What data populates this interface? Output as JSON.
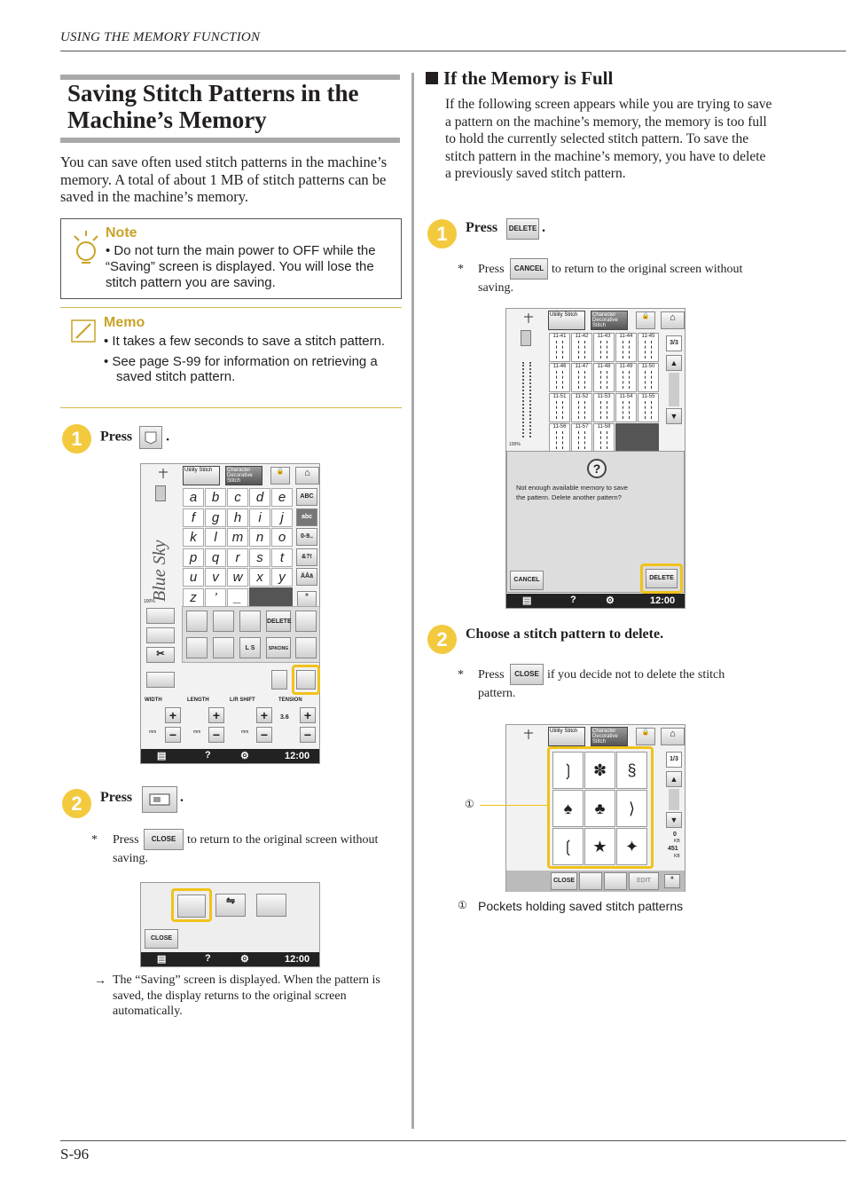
{
  "header": {
    "text": "USING THE MEMORY FUNCTION"
  },
  "left": {
    "title": "Saving Stitch Patterns in the Machine’s Memory",
    "intro": "You can save often used stitch patterns in the machine’s memory. A total of about 1 MB of stitch patterns can be saved in the machine’s memory.",
    "note_label": "Note",
    "note_text": "• Do not turn the main power to OFF while the “Saving” screen is displayed. You will lose the stitch pattern you are saving.",
    "memo_label": "Memo",
    "memo_items": [
      "• It takes a few seconds to save a stitch pattern.",
      "• See page S-99 for information on retrieving a saved stitch pattern."
    ],
    "step1_num": "1",
    "step1_label": "Press",
    "step1_end": ".",
    "step2_num": "2",
    "step2_label": "Press",
    "step2_end": ".",
    "step2_aside_star": "*",
    "step2_aside_press": "Press",
    "step2_aside_btn": "CLOSE",
    "step2_aside_rest": "to return to the original screen without saving.",
    "result_arrow": "→",
    "result_text": "The “Saving” screen is displayed. When the pattern is saved, the display returns to the original screen automatically."
  },
  "screen1": {
    "tab_utility": "Utility Stitch",
    "tab_char": "Character Decorative Stitch",
    "letters": [
      "a",
      "b",
      "c",
      "d",
      "e",
      "f",
      "g",
      "h",
      "i",
      "j",
      "k",
      "l",
      "m",
      "n",
      "o",
      "p",
      "q",
      "r",
      "s",
      "t",
      "u",
      "v",
      "w",
      "x",
      "y",
      "z",
      "’",
      "_"
    ],
    "side_keys": [
      "ABC",
      "abc",
      "0-9..",
      "&?!",
      "ÄÅä"
    ],
    "preview": "Blue Sky",
    "zoom": "100%",
    "delete": "DELETE",
    "spacing": "SPACING",
    "ls": "L S",
    "labels": [
      "WIDTH",
      "LENGTH",
      "L/R SHIFT",
      "TENSION"
    ],
    "mm": "mm",
    "tension_val": "3.6",
    "time": "12:00"
  },
  "screen2": {
    "close": "CLOSE",
    "time": "12:00"
  },
  "right": {
    "sec_title": "If the Memory is Full",
    "sec_body": "If the following screen appears while you are trying to save a pattern on the machine’s memory, the memory is too full to hold the currently selected stitch pattern. To save the stitch pattern in the machine’s memory, you have to delete a previously saved stitch pattern.",
    "step1_num": "1",
    "step1_label": "Press",
    "step1_btn": "DELETE",
    "step1_end": ".",
    "step1_aside_star": "*",
    "step1_aside_press": "Press",
    "step1_aside_btn": "CANCEL",
    "step1_aside_rest": "to return to the original screen without saving.",
    "step2_num": "2",
    "step2_label": "Choose a stitch pattern to delete.",
    "step2_aside_star": "*",
    "step2_aside_press": "Press",
    "step2_aside_btn": "CLOSE",
    "step2_aside_rest": "if you decide not to delete the stitch pattern.",
    "callout_num": "①",
    "caption": "Pockets holding saved stitch patterns"
  },
  "screen3": {
    "tab_utility": "Utility Stitch",
    "tab_char": "Character Decorative Stitch",
    "codes": [
      "11-41",
      "11-42",
      "11-43",
      "11-44",
      "11-45",
      "11-46",
      "11-47",
      "11-48",
      "11-49",
      "11-50",
      "11-51",
      "11-52",
      "11-53",
      "11-54",
      "11-55",
      "11-56",
      "11-57",
      "11-58"
    ],
    "page": "3/3",
    "zoom": "100%",
    "message_line1": "Not enough available memory to save",
    "message_line2": "the pattern. Delete another pattern?",
    "cancel": "CANCEL",
    "delete": "DELETE",
    "time": "12:00"
  },
  "screen4": {
    "tab_utility": "Utility Stitch",
    "tab_char": "Character Decorative Stitch",
    "page": "1/3",
    "kb1": "0",
    "kb1_unit": "KB",
    "kb2": "451",
    "kb2_unit": "KB",
    "close": "CLOSE",
    "edit": "EDIT"
  },
  "footer": {
    "page": "S-96"
  },
  "colors": {
    "accent": "#f3c93e",
    "highlight": "#f0c21b",
    "rule": "#a9a9a9"
  }
}
